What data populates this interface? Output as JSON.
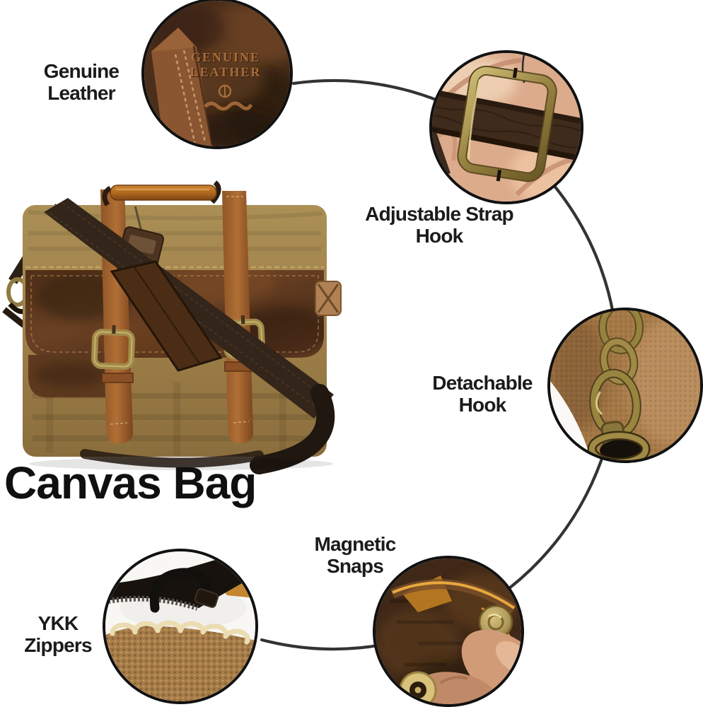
{
  "title": "Canvas Bag",
  "callouts": [
    {
      "name": "genuine-leather",
      "line1": "Genuine",
      "line2": "Leather"
    },
    {
      "name": "adjustable-strap-hook",
      "line1": "Adjustable Strap",
      "line2": "Hook"
    },
    {
      "name": "detachable-hook",
      "line1": "Detachable",
      "line2": "Hook"
    },
    {
      "name": "magnetic-snaps",
      "line1": "Magnetic",
      "line2": "Snaps"
    },
    {
      "name": "ykk-zippers",
      "line1": "YKK",
      "line2": "Zippers"
    }
  ],
  "leather_stamp": {
    "line1": "GENUINE",
    "line2": "LEATHER"
  },
  "colors": {
    "connector_line": "#242424",
    "label_text": "#1b1b1b",
    "canvas_khaki": "#a0814a",
    "leather_dark": "#55331a",
    "leather_tan": "#a3652f",
    "brass": "#9c8747",
    "skin": "#dcab8c"
  }
}
